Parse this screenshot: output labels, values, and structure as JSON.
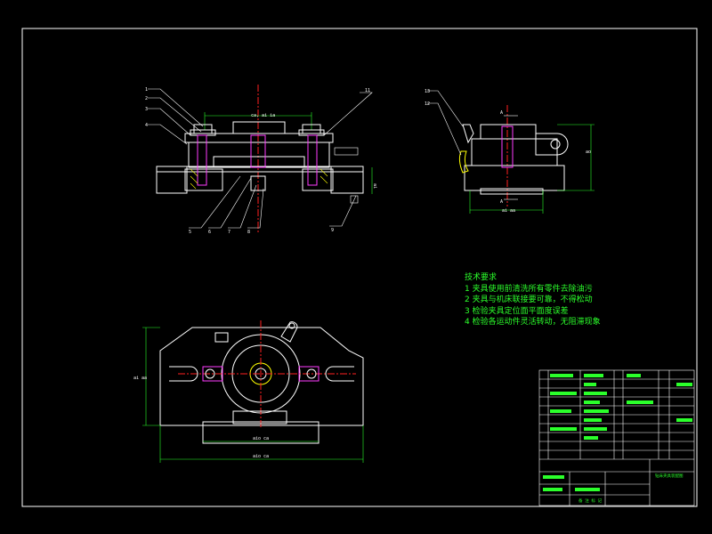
{
  "drawing": {
    "colors": {
      "background": "#000000",
      "outline": "#ffffff",
      "centerline": "#ff2020",
      "dimension": "#2bff2b",
      "hidden": "#ff3cff",
      "section": "#ffff00"
    },
    "front_view": {
      "top_width": "ca, ai ia",
      "side_height": "ai",
      "callouts_top": [
        "1",
        "2",
        "3",
        "4"
      ],
      "callout_right": "11",
      "callouts_bottom": [
        "5",
        "6",
        "7",
        "8"
      ],
      "callout_base": "9"
    },
    "side_view": {
      "callouts": [
        "13",
        "12"
      ],
      "section_label": "A",
      "height_dim": "ao",
      "width_dim": "ai aa"
    },
    "plan_view": {
      "height_dim": "ai aa",
      "inner_width_dim": "aio ca",
      "overall_width_dim": "aio ca"
    },
    "notes": {
      "title": "技术要求",
      "items": [
        "1 夹具使用前清洗所有零件去除油污",
        "2 夹具与机床联接要可靠，不得松动",
        "3 检验夹具定位面平面度误差",
        "4 检验各运动件灵活转动，无阻滞现象"
      ]
    },
    "title_block": {
      "title": "钻床夹具装配图",
      "footer": "备 注 标 记"
    }
  }
}
